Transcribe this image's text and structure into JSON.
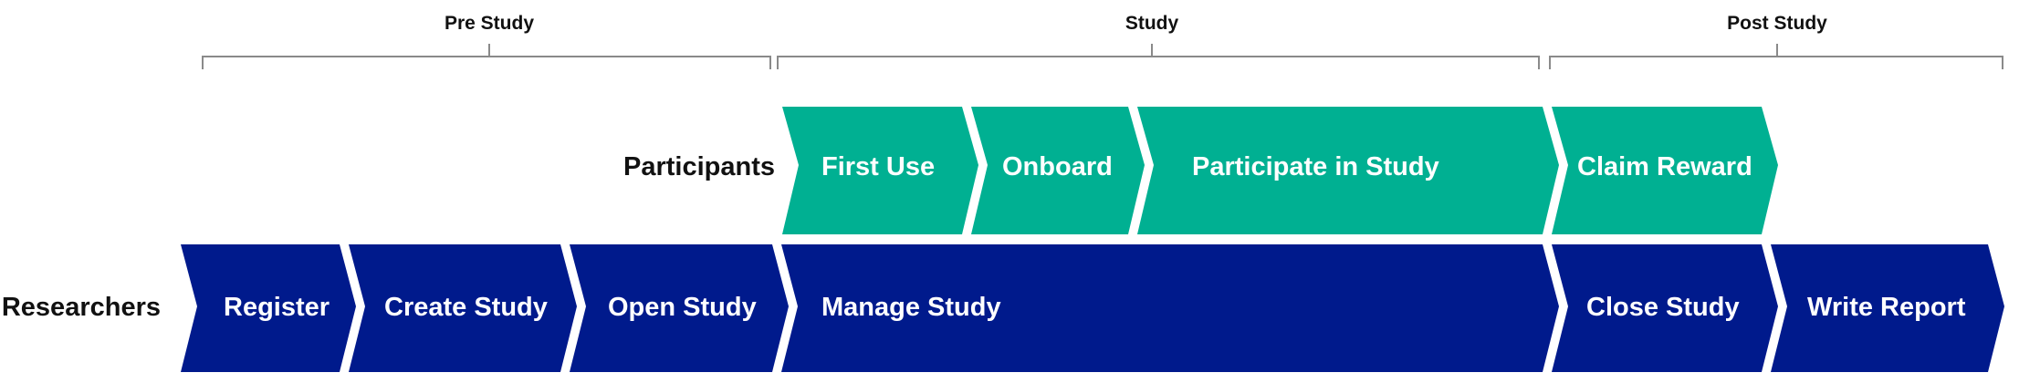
{
  "phases": [
    {
      "label": "Pre Study"
    },
    {
      "label": "Study"
    },
    {
      "label": "Post Study"
    }
  ],
  "lanes": {
    "participants": {
      "label": "Participants",
      "color": "#00b092",
      "steps": [
        "First Use",
        "Onboard",
        "Participate in Study",
        "Claim Reward"
      ]
    },
    "researchers": {
      "label": "Researchers",
      "color": "#001a8c",
      "steps": [
        "Register",
        "Create Study",
        "Open Study",
        "Manage Study",
        "Close Study",
        "Write Report"
      ]
    }
  }
}
